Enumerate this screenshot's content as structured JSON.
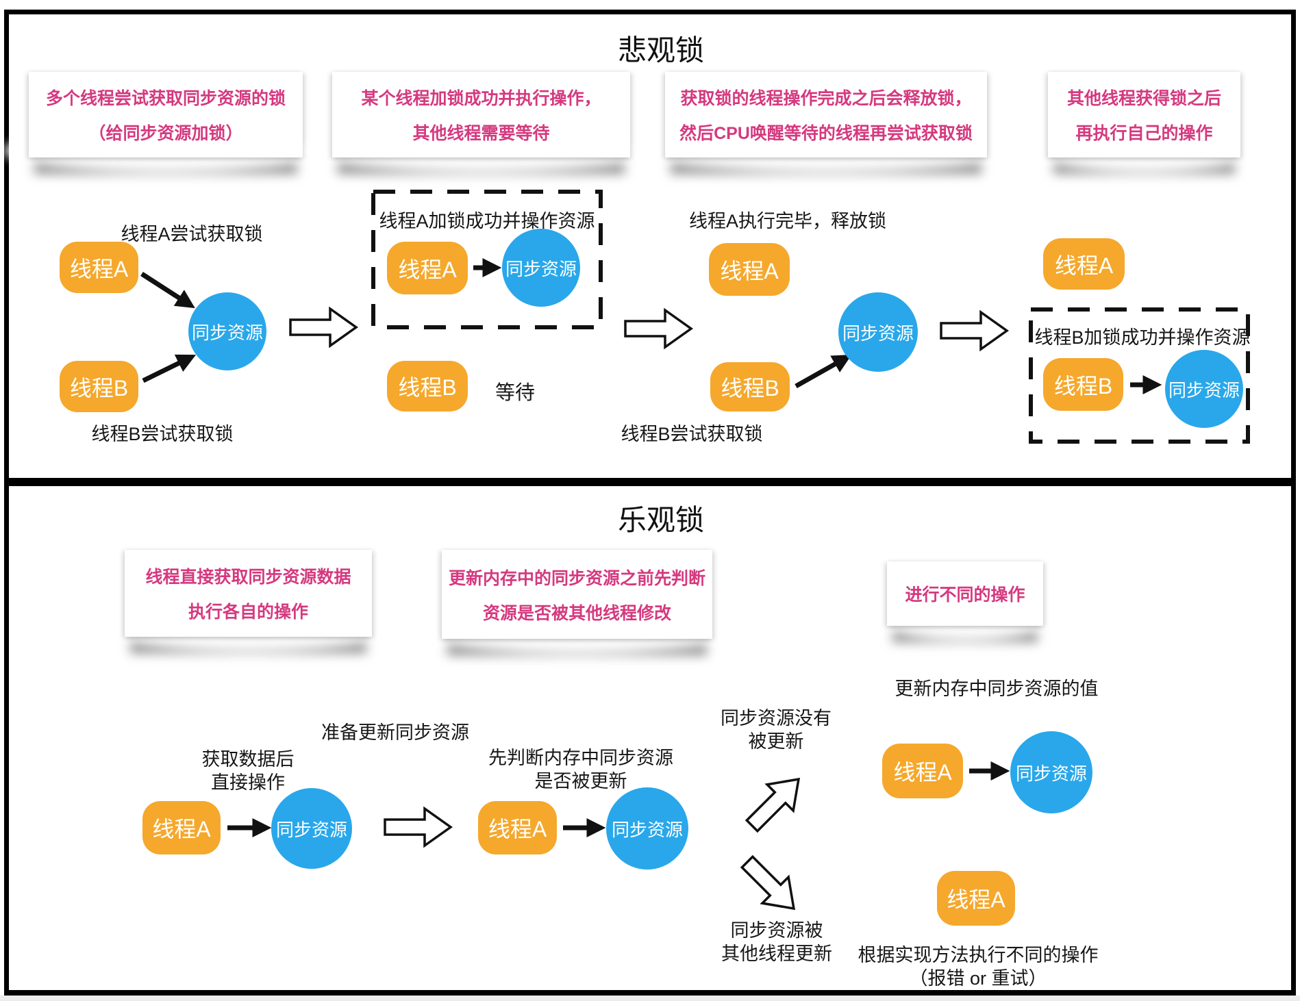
{
  "colors": {
    "thread_fill": "#F5A82C",
    "resource_fill": "#29A7EA",
    "note_text": "#D5397F",
    "line": "#111111"
  },
  "nodes": {
    "thread_a": "线程A",
    "thread_b": "线程B",
    "resource": "同步资源"
  },
  "pessimistic": {
    "title": "悲观锁",
    "notes": [
      {
        "lines": [
          "多个线程尝试获取同步资源的锁",
          "（给同步资源加锁）"
        ]
      },
      {
        "lines": [
          "某个线程加锁成功并执行操作，",
          "其他线程需要等待"
        ]
      },
      {
        "lines": [
          "获取锁的线程操作完成之后会释放锁，",
          "然后CPU唤醒等待的线程再尝试获取锁"
        ]
      },
      {
        "lines": [
          "其他线程获得锁之后",
          "再执行自己的操作"
        ]
      }
    ],
    "labels": {
      "step1_thread_a": "线程A尝试获取锁",
      "step1_thread_b": "线程B尝试获取锁",
      "step2_box": "线程A加锁成功并操作资源",
      "step2_wait": "等待",
      "step3_top": "线程A执行完毕，释放锁",
      "step3_thread_b": "线程B尝试获取锁",
      "step4_box": "线程B加锁成功并操作资源"
    }
  },
  "optimistic": {
    "title": "乐观锁",
    "notes": [
      {
        "lines": [
          "线程直接获取同步资源数据",
          "执行各自的操作"
        ]
      },
      {
        "lines": [
          "更新内存中的同步资源之前先判断",
          "资源是否被其他线程修改"
        ]
      },
      {
        "lines": [
          "进行不同的操作"
        ]
      }
    ],
    "labels": {
      "get_data": [
        "获取数据后",
        "直接操作"
      ],
      "prepare": "准备更新同步资源",
      "judge": [
        "先判断内存中同步资源",
        "是否被更新"
      ],
      "not_updated": [
        "同步资源没有",
        "被更新"
      ],
      "update_value": "更新内存中同步资源的值",
      "updated_by_other": [
        "同步资源被",
        "其他线程更新"
      ],
      "different_ops": [
        "根据实现方法执行不同的操作",
        "（报错 or 重试）"
      ]
    }
  }
}
